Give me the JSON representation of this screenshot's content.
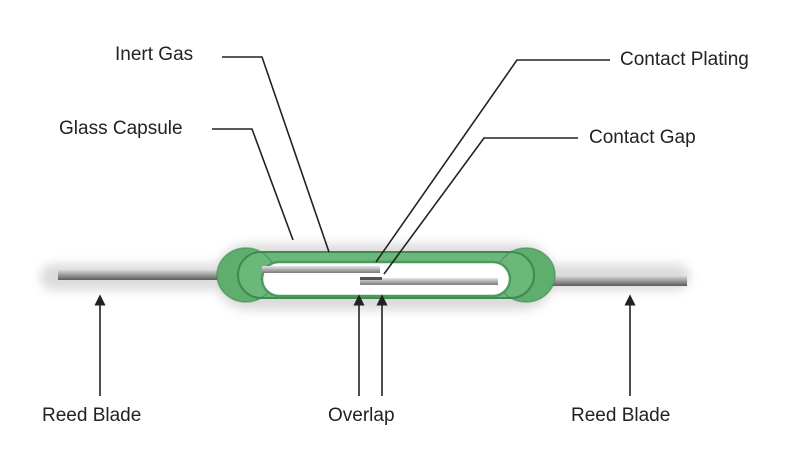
{
  "labels": {
    "inert_gas": "Inert Gas",
    "glass_capsule": "Glass Capsule",
    "contact_plating": "Contact Plating",
    "contact_gap": "Contact Gap",
    "reed_blade_left": "Reed Blade",
    "overlap": "Overlap",
    "reed_blade_right": "Reed Blade"
  },
  "colors": {
    "capsule_green": "#5fae6e",
    "capsule_dark": "#3e8a50",
    "blade_metal": "#8a8a8a",
    "leader_line": "#222222",
    "text": "#222222"
  }
}
